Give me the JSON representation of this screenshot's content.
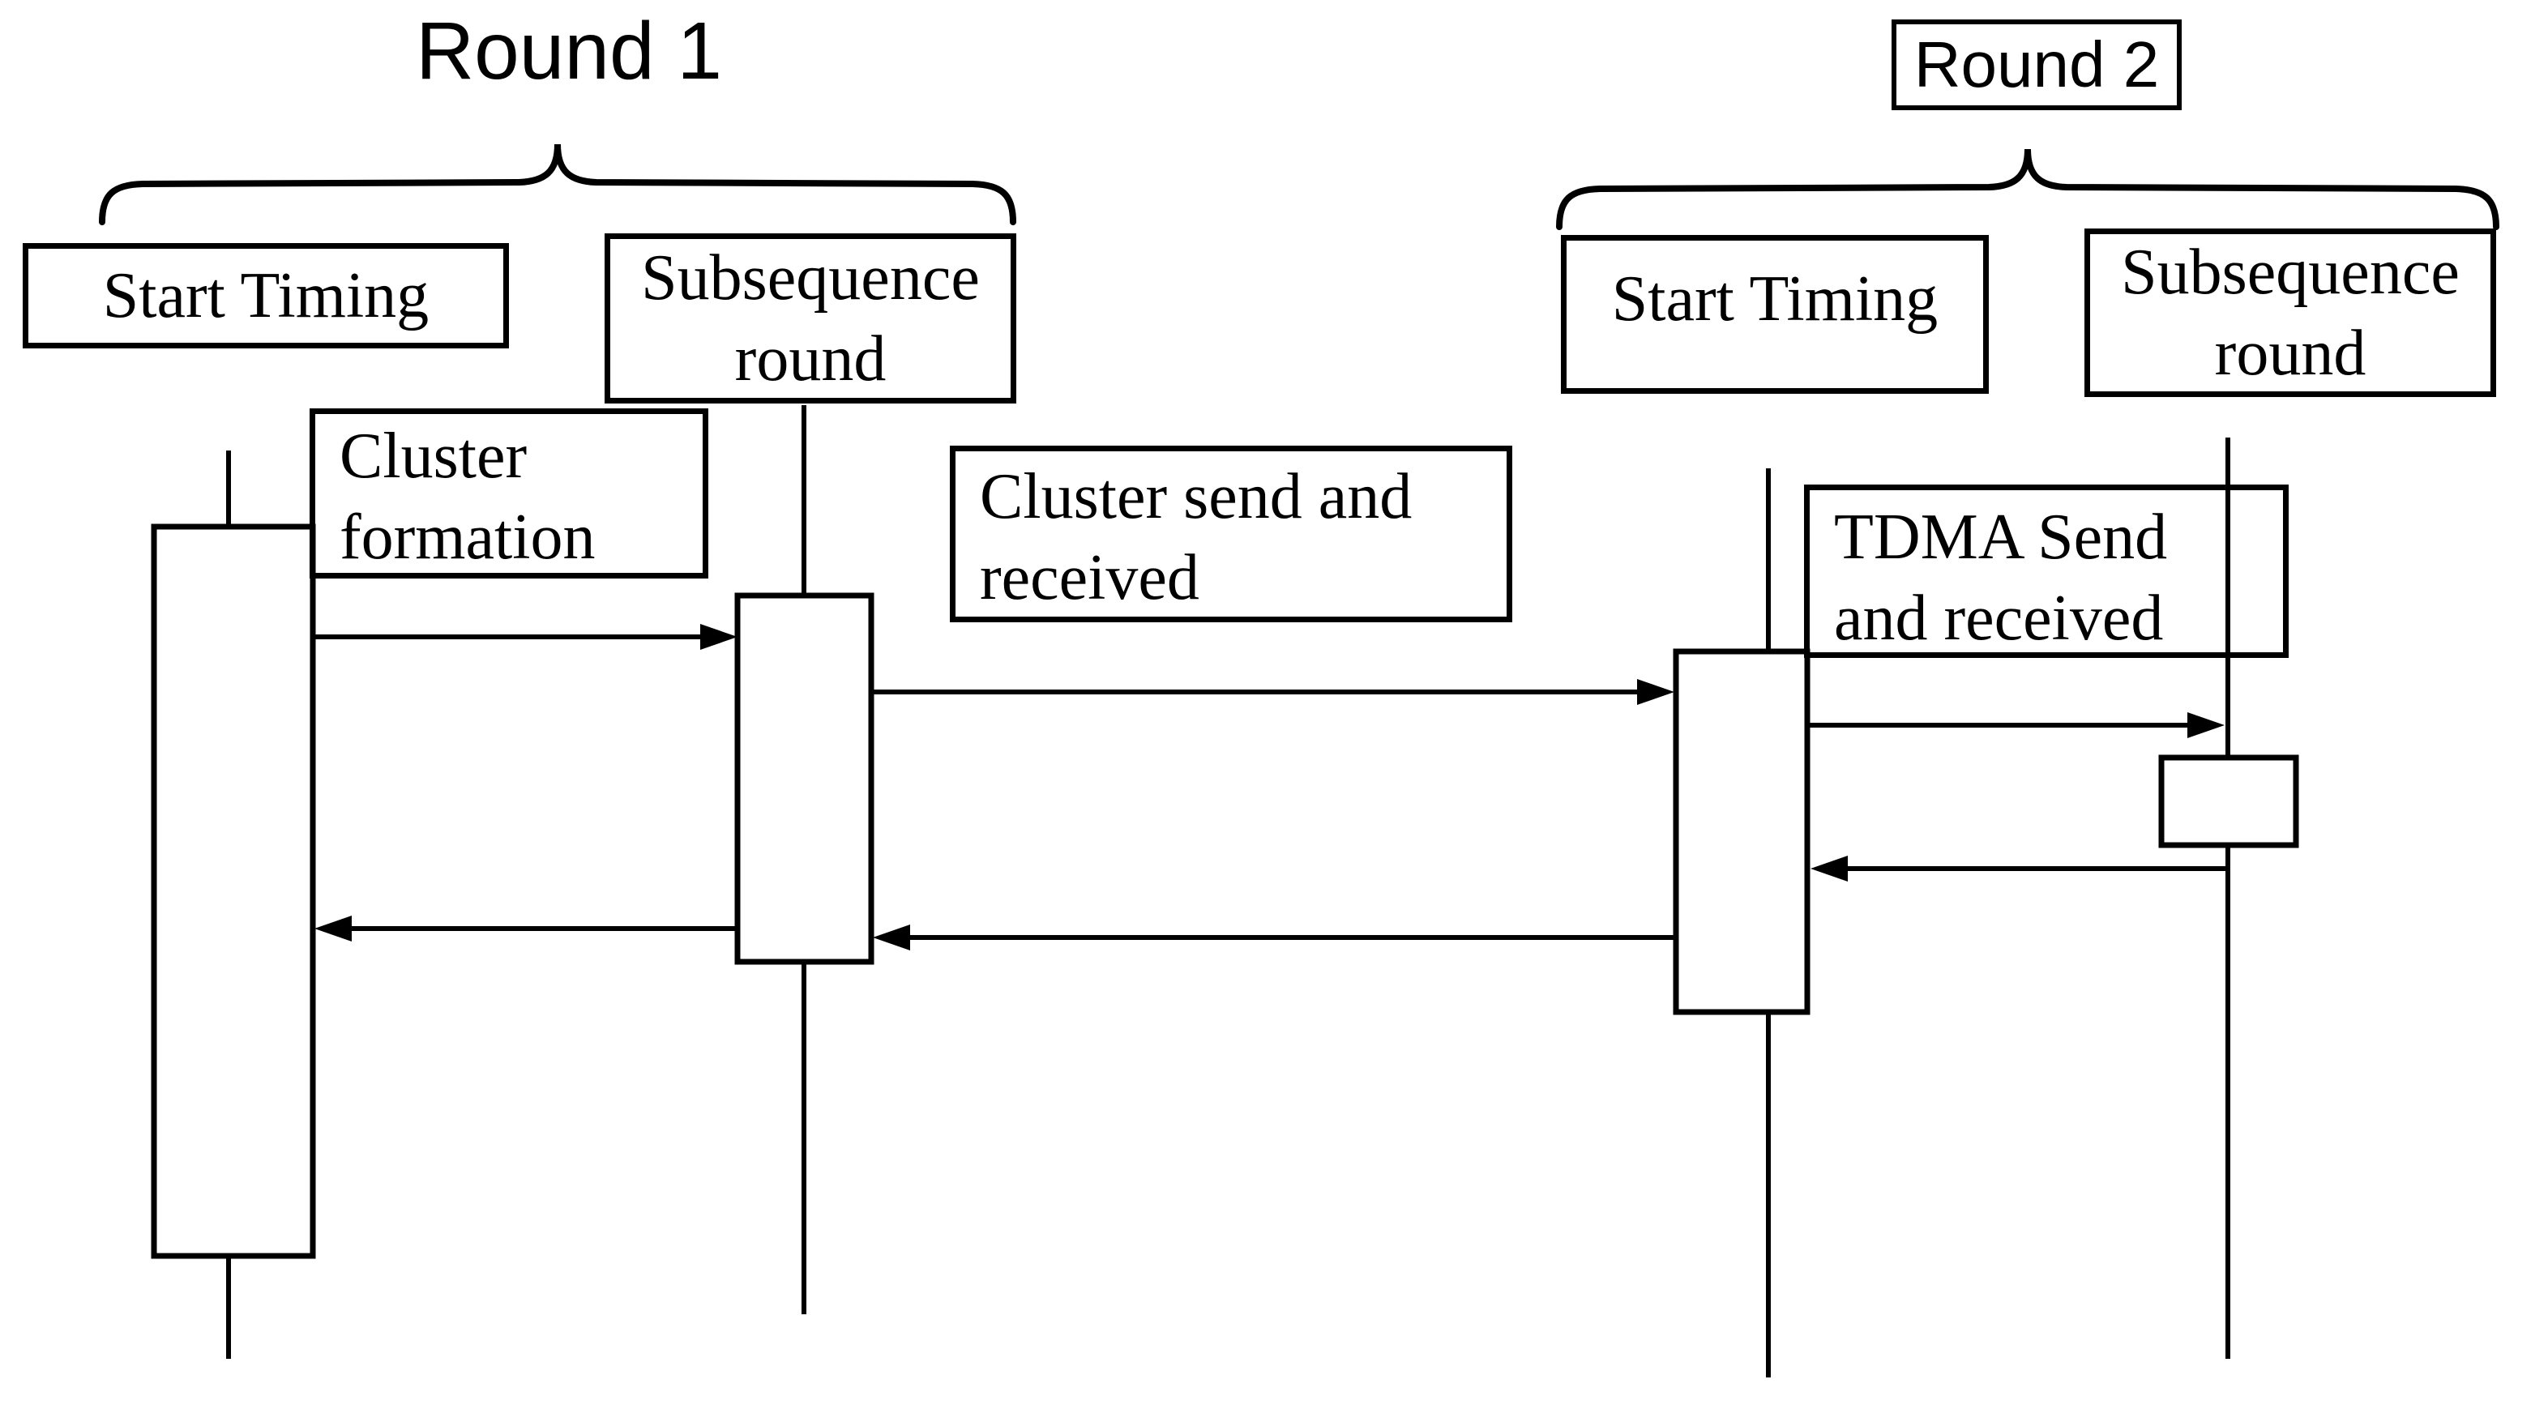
{
  "colors": {
    "stroke": "#000000",
    "background": "#ffffff",
    "text": "#000000"
  },
  "round1": {
    "title": "Round 1",
    "participants": [
      {
        "label": "Start Timing"
      },
      {
        "label": "Subsequence round"
      }
    ],
    "annotations": [
      {
        "label": "Cluster formation"
      },
      {
        "label": "Cluster send and received"
      }
    ]
  },
  "round2": {
    "title": "Round 2",
    "participants": [
      {
        "label": "Start Timing"
      },
      {
        "label": "Subsequence round"
      }
    ],
    "annotations": [
      {
        "label": "TDMA Send and received"
      }
    ]
  }
}
